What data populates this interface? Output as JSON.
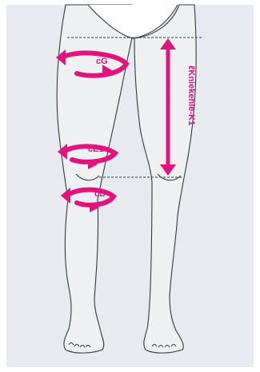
{
  "colors": {
    "background": "#ffffff",
    "panel": "#e7eaee",
    "leg_fill": "#eff0f1",
    "outline": "#333a40",
    "accent": "#e2137b"
  },
  "labels": {
    "cG": "cG",
    "cE1": "cE1",
    "cD": "cD",
    "length": "ℓKniekehle-K1"
  }
}
